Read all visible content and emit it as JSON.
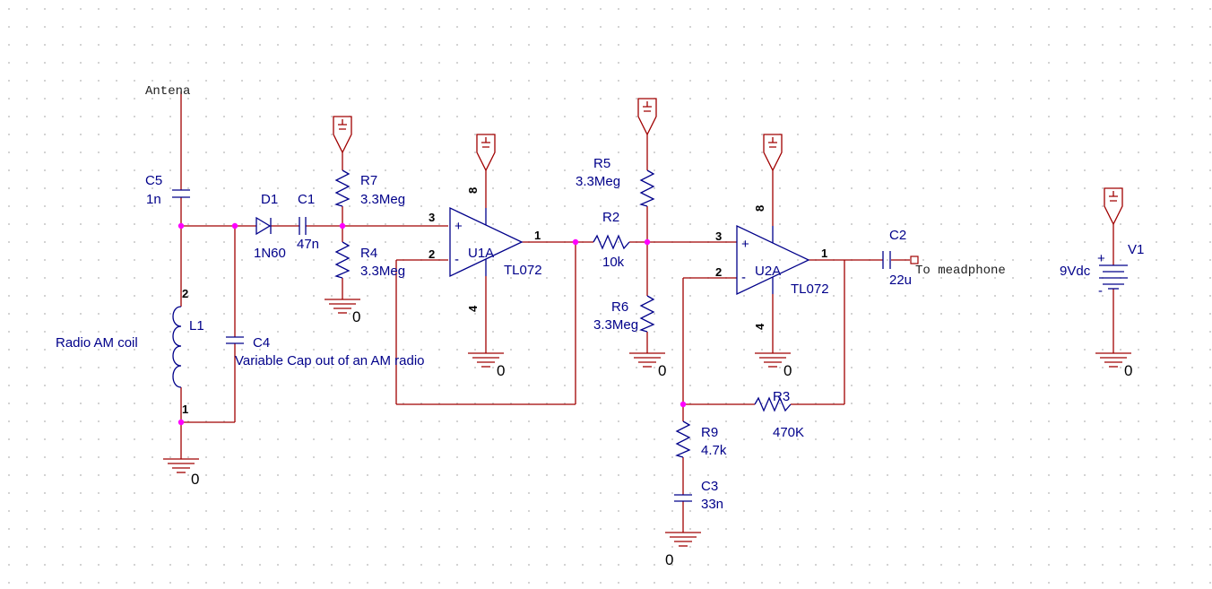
{
  "labels": {
    "antenna": "Antena",
    "headphone": "To meadphone",
    "coil_desc": "Radio AM coil",
    "cap_desc": "Variable Cap out of an AM radio"
  },
  "components": {
    "c5": {
      "ref": "C5",
      "value": "1n"
    },
    "d1": {
      "ref": "D1",
      "value": "1N60"
    },
    "c1": {
      "ref": "C1",
      "value": "47n"
    },
    "r7": {
      "ref": "R7",
      "value": "3.3Meg"
    },
    "r4": {
      "ref": "R4",
      "value": "3.3Meg"
    },
    "u1": {
      "ref": "U1A",
      "value": "TL072"
    },
    "r2": {
      "ref": "R2",
      "value": "10k"
    },
    "r5": {
      "ref": "R5",
      "value": "3.3Meg"
    },
    "r6": {
      "ref": "R6",
      "value": "3.3Meg"
    },
    "u2": {
      "ref": "U2A",
      "value": "TL072"
    },
    "c2": {
      "ref": "C2",
      "value": "22u"
    },
    "r3": {
      "ref": "R3",
      "value": "470K"
    },
    "r9": {
      "ref": "R9",
      "value": "4.7k"
    },
    "c3": {
      "ref": "C3",
      "value": "33n"
    },
    "l1": {
      "ref": "L1"
    },
    "c4": {
      "ref": "C4"
    },
    "v1": {
      "ref": "V1",
      "value": "9Vdc"
    }
  },
  "pins": {
    "u1_plus": "3",
    "u1_minus": "2",
    "u1_out": "1",
    "u1_vcc": "8",
    "u1_gnd": "4",
    "u2_plus": "3",
    "u2_minus": "2",
    "u2_out": "1",
    "u2_vcc": "8",
    "u2_gnd": "4",
    "l1_top": "2",
    "l1_bottom": "1",
    "plus_sign": "+",
    "minus_sign": "-",
    "v1_plus": "+",
    "v1_minus": "-"
  },
  "ground_label": "0",
  "colors": {
    "wire": "#a00000",
    "part": "#00008a",
    "junction": "#ff00ff"
  }
}
